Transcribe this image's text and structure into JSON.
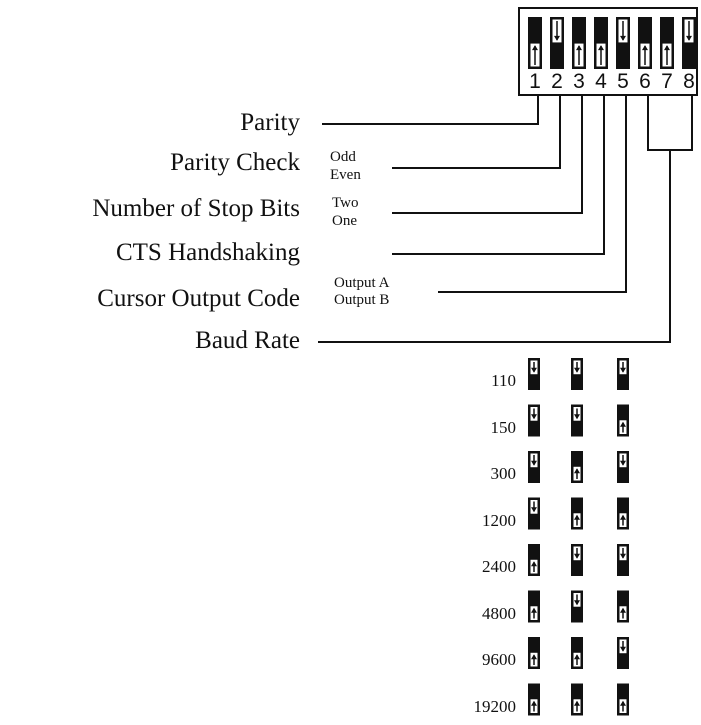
{
  "dip": {
    "numbers": [
      "1",
      "2",
      "3",
      "4",
      "5",
      "6",
      "7",
      "8"
    ],
    "positions": [
      "up",
      "down",
      "up",
      "up",
      "down",
      "up",
      "up",
      "down"
    ]
  },
  "labels": {
    "parity": "Parity",
    "parity_check": "Parity Check",
    "stop_bits": "Number of Stop Bits",
    "cts": "CTS Handshaking",
    "cursor": "Cursor Output Code",
    "baud": "Baud Rate"
  },
  "options": {
    "odd": "Odd",
    "even": "Even",
    "two": "Two",
    "one": "One",
    "output_a": "Output A",
    "output_b": "Output B"
  },
  "baud_table": [
    {
      "rate": "110",
      "switches": [
        "down",
        "down",
        "down"
      ]
    },
    {
      "rate": "150",
      "switches": [
        "down",
        "down",
        "up"
      ]
    },
    {
      "rate": "300",
      "switches": [
        "down",
        "up",
        "down"
      ]
    },
    {
      "rate": "1200",
      "switches": [
        "down",
        "up",
        "up"
      ]
    },
    {
      "rate": "2400",
      "switches": [
        "up",
        "down",
        "down"
      ]
    },
    {
      "rate": "4800",
      "switches": [
        "up",
        "down",
        "up"
      ]
    },
    {
      "rate": "9600",
      "switches": [
        "up",
        "up",
        "down"
      ]
    },
    {
      "rate": "19200",
      "switches": [
        "up",
        "up",
        "up"
      ]
    }
  ]
}
